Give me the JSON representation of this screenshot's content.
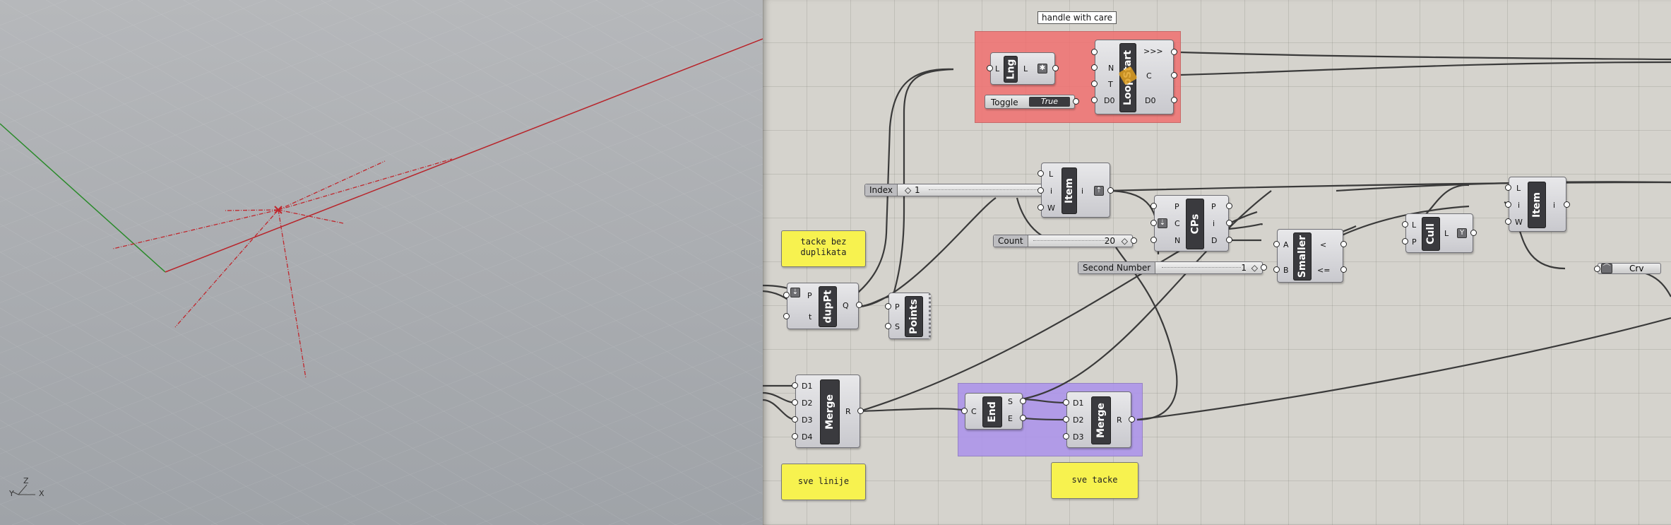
{
  "viewport": {
    "axis_labels": {
      "z": "Z",
      "y": "Y",
      "x": "X"
    }
  },
  "canvas": {
    "groups": {
      "red_tooltip": "handle with care"
    },
    "components": {
      "lng": {
        "name": "Lng",
        "in": [
          "L"
        ],
        "out": [
          "L"
        ]
      },
      "loopstart": {
        "name": "LoopStart",
        "in": [
          "N",
          "T",
          "D0"
        ],
        "out": [
          ">>>",
          "C",
          "D0"
        ]
      },
      "toggle": {
        "label": "Toggle",
        "value": "True"
      },
      "index_slider": {
        "label": "Index",
        "value": "1"
      },
      "item1": {
        "name": "Item",
        "in": [
          "L",
          "i",
          "W"
        ],
        "out": [
          "i"
        ]
      },
      "count_slider": {
        "label": "Count",
        "value": "20"
      },
      "cps": {
        "name": "CPs",
        "in": [
          "P",
          "C",
          "N"
        ],
        "out": [
          "P",
          "i",
          "D"
        ]
      },
      "second_number": {
        "label": "Second Number",
        "value": "1"
      },
      "smaller": {
        "name": "Smaller",
        "in": [
          "A",
          "B"
        ],
        "out": [
          "<",
          "<="
        ]
      },
      "cull": {
        "name": "Cull",
        "in": [
          "L",
          "P"
        ],
        "out": [
          "L"
        ]
      },
      "item2": {
        "name": "Item",
        "in": [
          "L",
          "i",
          "W"
        ],
        "out": [
          "i"
        ]
      },
      "crv": {
        "label": "Crv"
      },
      "duppt": {
        "name": "dupPt",
        "in": [
          "P",
          "t"
        ],
        "out": [
          "Q"
        ]
      },
      "points": {
        "name": "Points",
        "in": [
          "P",
          "S"
        ]
      },
      "merge1": {
        "name": "Merge",
        "in": [
          "D1",
          "D2",
          "D3",
          "D4"
        ],
        "out": [
          "R"
        ]
      },
      "end": {
        "name": "End",
        "in": [
          "C"
        ],
        "out": [
          "S",
          "E"
        ]
      },
      "merge2": {
        "name": "Merge",
        "in": [
          "D1",
          "D2",
          "D3"
        ],
        "out": [
          "R"
        ]
      }
    },
    "panels": {
      "tacke_bez_duplikata": "tacke bez\nduplikata",
      "sve_linije": "sve linije",
      "sve_tacke": "sve tacke"
    }
  },
  "colors": {
    "red_group": "#f06e6e",
    "purple_group": "#aa91eb",
    "panel_yellow": "#f7f24f",
    "geometry_red": "#c0272d"
  }
}
